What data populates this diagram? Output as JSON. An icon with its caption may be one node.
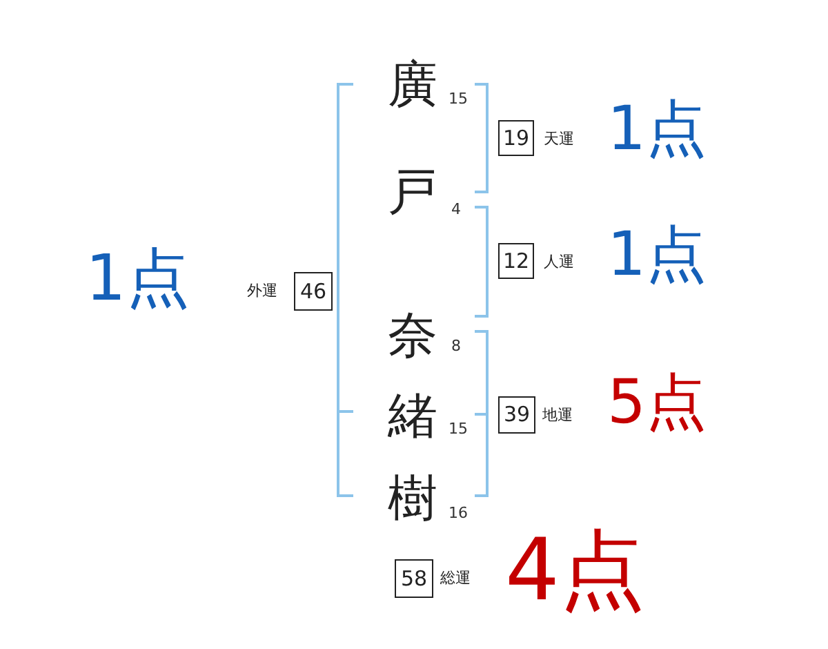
{
  "diagram": {
    "nodes": [
      {
        "text": [
          "19"
        ],
        "beside": [
          "天運"
        ]
      },
      {
        "text": [
          "12"
        ],
        "beside": [
          "人運"
        ]
      },
      {
        "text": [
          "46"
        ],
        "beside": [
          "外運"
        ]
      },
      {
        "text": [
          "39"
        ],
        "beside": [
          "地運"
        ]
      },
      {
        "text": [
          "58"
        ],
        "beside": [
          "総運"
        ]
      }
    ],
    "labels": [
      "廣",
      "15",
      "1点",
      "戸",
      "4",
      "1点",
      "1点",
      "奈",
      "8",
      "緒",
      "15",
      "5点",
      "樹",
      "16",
      "4点"
    ]
  }
}
